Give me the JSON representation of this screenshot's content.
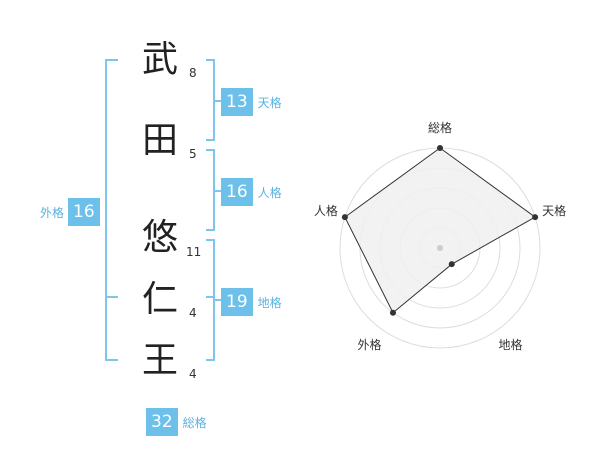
{
  "name": {
    "chars": [
      {
        "char": "武",
        "strokes": "8"
      },
      {
        "char": "田",
        "strokes": "5"
      },
      {
        "char": "悠",
        "strokes": "11"
      },
      {
        "char": "仁",
        "strokes": "4"
      },
      {
        "char": "王",
        "strokes": "4"
      }
    ]
  },
  "kakusu": {
    "tenkaku": {
      "value": "13",
      "label": "天格"
    },
    "jinkaku": {
      "value": "16",
      "label": "人格"
    },
    "chikaku": {
      "value": "19",
      "label": "地格"
    },
    "gaikaku": {
      "value": "16",
      "label": "外格"
    },
    "soukaku": {
      "value": "32",
      "label": "総格"
    }
  },
  "radar": {
    "axes": [
      "総格",
      "天格",
      "地格",
      "外格",
      "人格"
    ],
    "values": [
      5,
      5,
      1,
      4,
      5
    ],
    "max": 5,
    "colors": {
      "fill": "#f0f0f0",
      "stroke": "#333333",
      "ring": "#dddddd",
      "point": "#333333"
    }
  },
  "colors": {
    "accent": "#6cc0ea"
  }
}
